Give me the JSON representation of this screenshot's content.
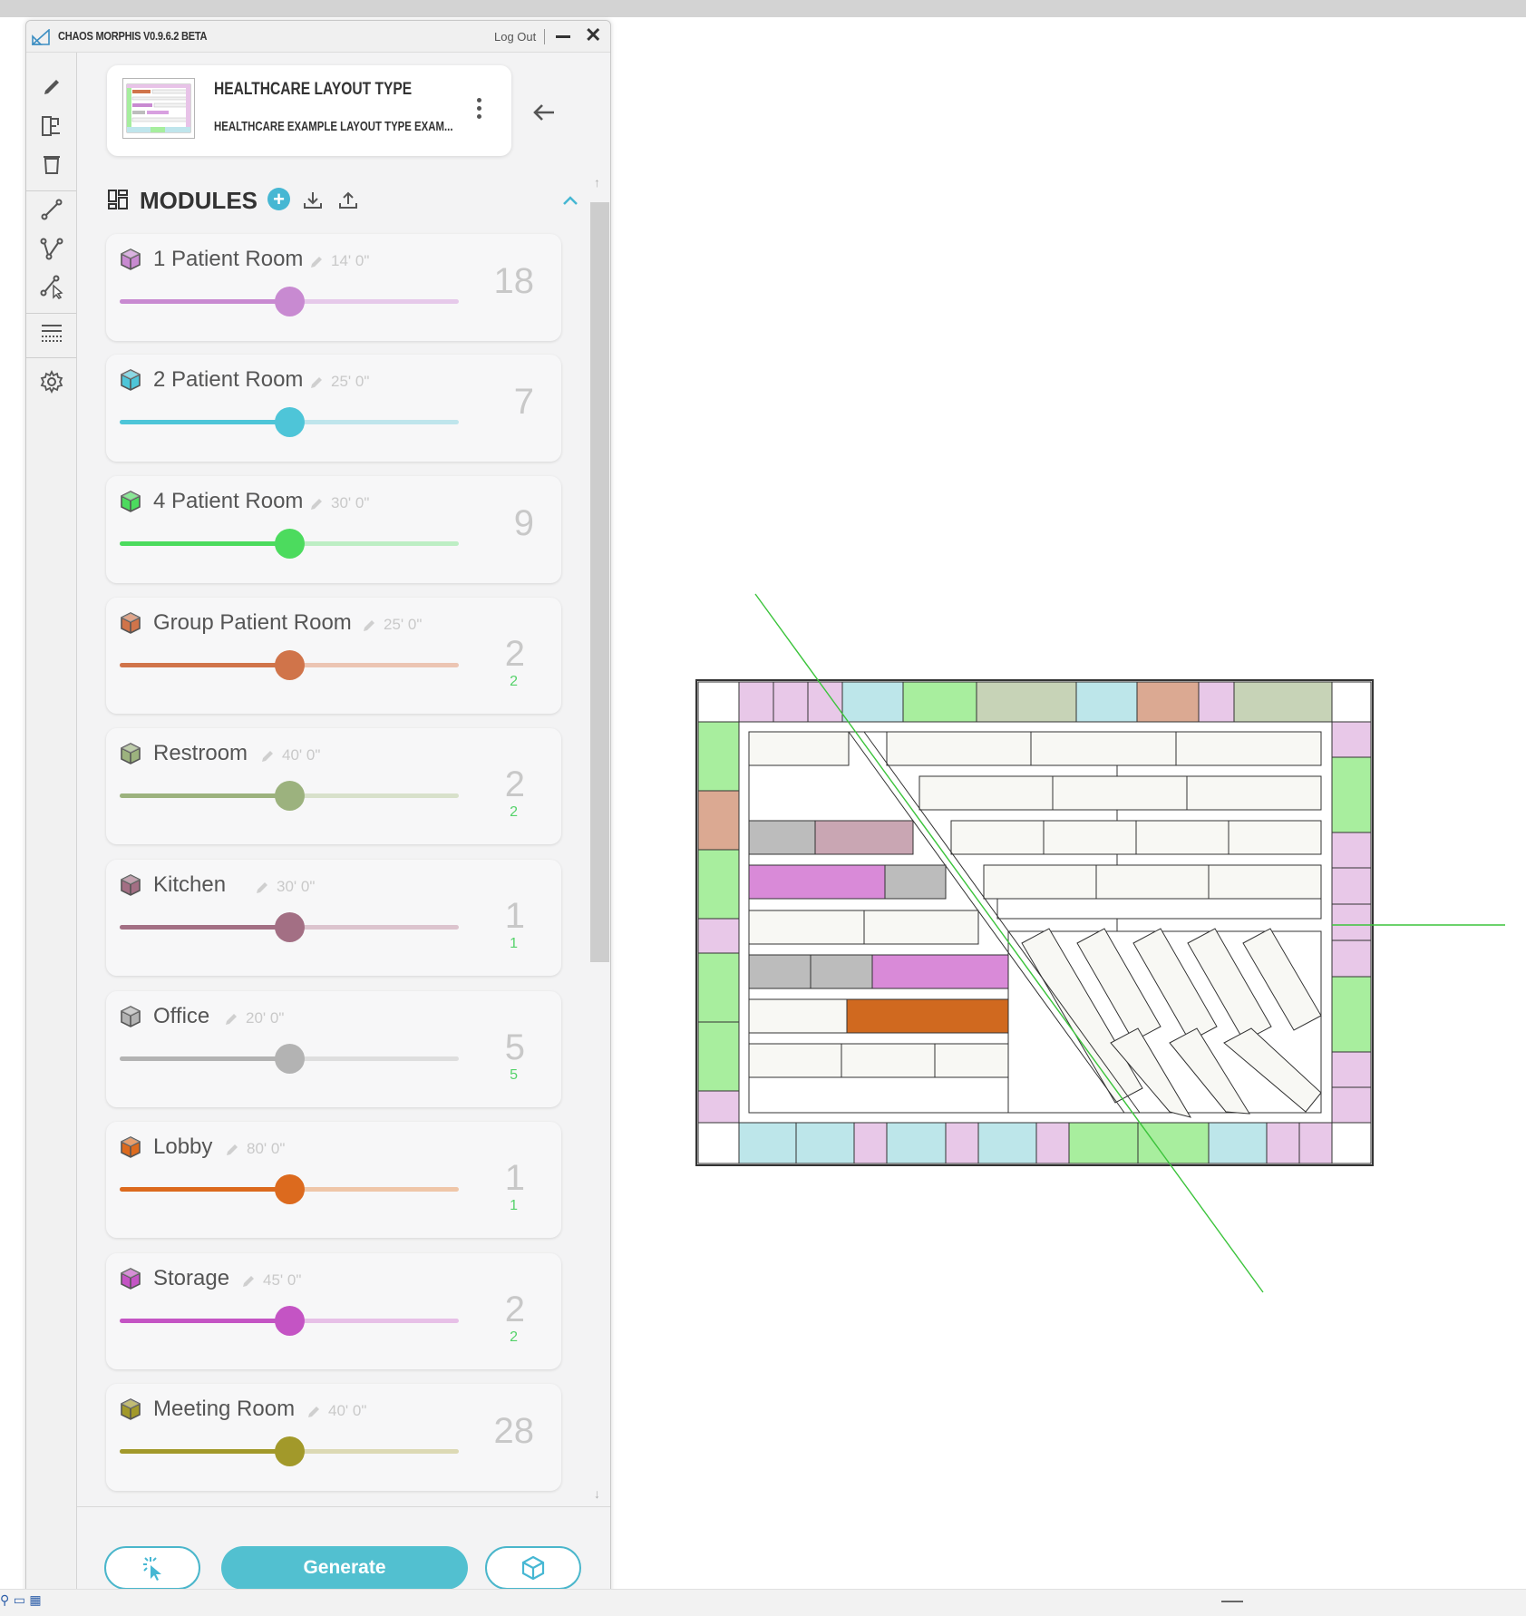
{
  "app": {
    "title": "CHAOS MORPHIS V0.9.6.2 BETA",
    "logout_label": "Log Out"
  },
  "layout_card": {
    "name": "HEALTHCARE LAYOUT TYPE",
    "description": "HEALTHCARE EXAMPLE LAYOUT TYPE EXAM..."
  },
  "modules_section": {
    "title": "MODULES"
  },
  "modules": [
    {
      "name": "1 Patient Room",
      "dimension": "14' 0\"",
      "count": "18",
      "subcount": "",
      "color": "#c88ad1",
      "track": "#e6c9ea",
      "slider_level": 0.5
    },
    {
      "name": "2 Patient Room",
      "dimension": "25' 0\"",
      "count": "7",
      "subcount": "",
      "color": "#4ec5d8",
      "track": "#bfe5ec",
      "slider_level": 0.5
    },
    {
      "name": "4 Patient Room",
      "dimension": "30' 0\"",
      "count": "9",
      "subcount": "",
      "color": "#4cdb5e",
      "track": "#bdeec4",
      "slider_level": 0.5
    },
    {
      "name": "Group Patient Room",
      "dimension": "25' 0\"",
      "count": "2",
      "subcount": "2",
      "color": "#d0744a",
      "track": "#ecc5b3",
      "slider_level": 0.5
    },
    {
      "name": "Restroom",
      "dimension": "40' 0\"",
      "count": "2",
      "subcount": "2",
      "color": "#9cb27e",
      "track": "#d8e1cb",
      "slider_level": 0.5
    },
    {
      "name": "Kitchen",
      "dimension": "30' 0\"",
      "count": "1",
      "subcount": "1",
      "color": "#a36f84",
      "track": "#dcc4ce",
      "slider_level": 0.5
    },
    {
      "name": "Office",
      "dimension": "20' 0\"",
      "count": "5",
      "subcount": "5",
      "color": "#b3b3b3",
      "track": "#dedede",
      "slider_level": 0.5
    },
    {
      "name": "Lobby",
      "dimension": "80' 0\"",
      "count": "1",
      "subcount": "1",
      "color": "#dc6a1e",
      "track": "#efc6a8",
      "slider_level": 0.5
    },
    {
      "name": "Storage",
      "dimension": "45' 0\"",
      "count": "2",
      "subcount": "2",
      "color": "#c454c4",
      "track": "#e7c0e7",
      "slider_level": 0.5
    },
    {
      "name": "Meeting Room",
      "dimension": "40' 0\"",
      "count": "28",
      "subcount": "",
      "color": "#a2992a",
      "track": "#dcd9b4",
      "slider_level": 0.5
    }
  ],
  "footer": {
    "generate_label": "Generate"
  },
  "icons": {
    "tools": [
      "pencil-icon",
      "split-view-icon",
      "trash-icon",
      "line-icon",
      "branch-icon",
      "select-edge-icon",
      "hatch-lines-icon",
      "gear-icon"
    ],
    "header": [
      "modules-grid-icon",
      "plus-icon",
      "download-icon",
      "upload-icon",
      "chevron-up-icon"
    ],
    "footer": [
      "pointer-click-icon",
      "cube-icon"
    ]
  }
}
